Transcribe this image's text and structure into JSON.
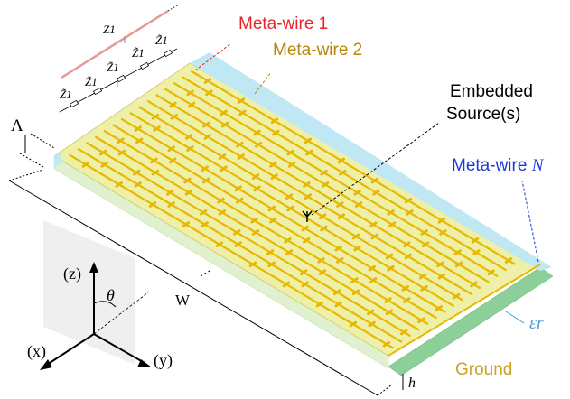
{
  "labels": {
    "meta_wire_1": "Meta-wire 1",
    "meta_wire_2": "Meta-wire 2",
    "meta_wire_n_prefix": "Meta-wire ",
    "meta_wire_n_var": "N",
    "embedded_source_line1": "Embedded",
    "embedded_source_line2": "Source(s)",
    "ground": "Ground",
    "epsilon_r": "εr",
    "period": "Λ",
    "width": "W",
    "height": "h",
    "axis_z": "(z)",
    "axis_x": "(x)",
    "axis_y": "(y)",
    "theta": "θ",
    "impedance_z1": "Z1",
    "impedance_z1_tilde": "Z̃1"
  },
  "colors": {
    "meta_wire_1": "#e8232a",
    "meta_wire_2": "#b8860b",
    "meta_wire_n": "#1a3bd6",
    "ground_text": "#c9a227",
    "epsilon_text": "#4a9fd0",
    "substrate_top": "#eef0a8",
    "substrate_sky": "#bfe8f4",
    "ground_side": "#79c98a",
    "wire_gold": "#e8b800",
    "z1_line": "#e59a9a"
  },
  "diagram": {
    "meta_wire_count_shown": 15,
    "dipoles_per_wire": 10
  }
}
